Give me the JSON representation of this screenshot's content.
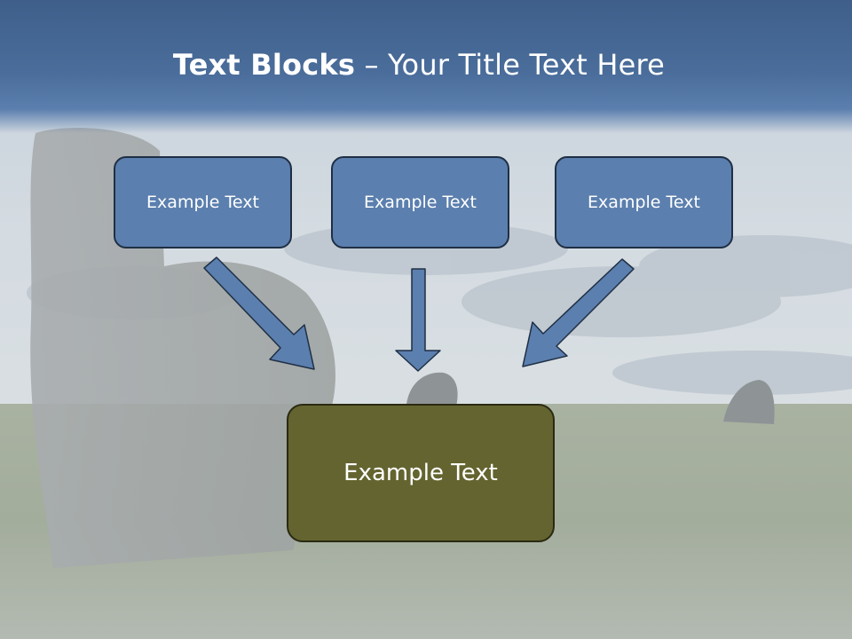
{
  "slide": {
    "title_bold": "Text Blocks",
    "title_rest": " – Your Title Text Here"
  },
  "boxes": {
    "top_left": "Example Text",
    "top_center": "Example Text",
    "top_right": "Example Text",
    "main": "Example Text"
  },
  "colors": {
    "title_band": "#4a6d9b",
    "small_box_fill": "#5b7fae",
    "main_box_fill": "#646430",
    "arrow_fill": "#5b7fae"
  }
}
